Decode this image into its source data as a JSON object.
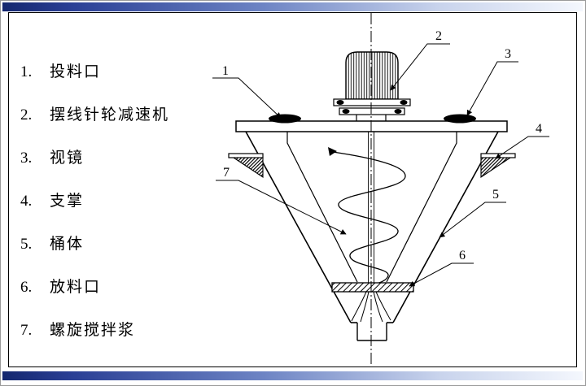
{
  "colors": {
    "bar_dark": "#14276f",
    "bar_light": "#f4f7fd",
    "line": "#000000",
    "background": "#ffffff"
  },
  "legend": {
    "items": [
      {
        "num": "1.",
        "label": "投料口"
      },
      {
        "num": "2.",
        "label": "摆线针轮减速机"
      },
      {
        "num": "3.",
        "label": "视镜"
      },
      {
        "num": "4.",
        "label": "支掌"
      },
      {
        "num": "5.",
        "label": "桶体"
      },
      {
        "num": "6.",
        "label": "放料口"
      },
      {
        "num": "7.",
        "label": "螺旋搅拌浆"
      }
    ]
  },
  "callouts": {
    "numbers": [
      "1",
      "2",
      "3",
      "4",
      "5",
      "6",
      "7"
    ]
  }
}
